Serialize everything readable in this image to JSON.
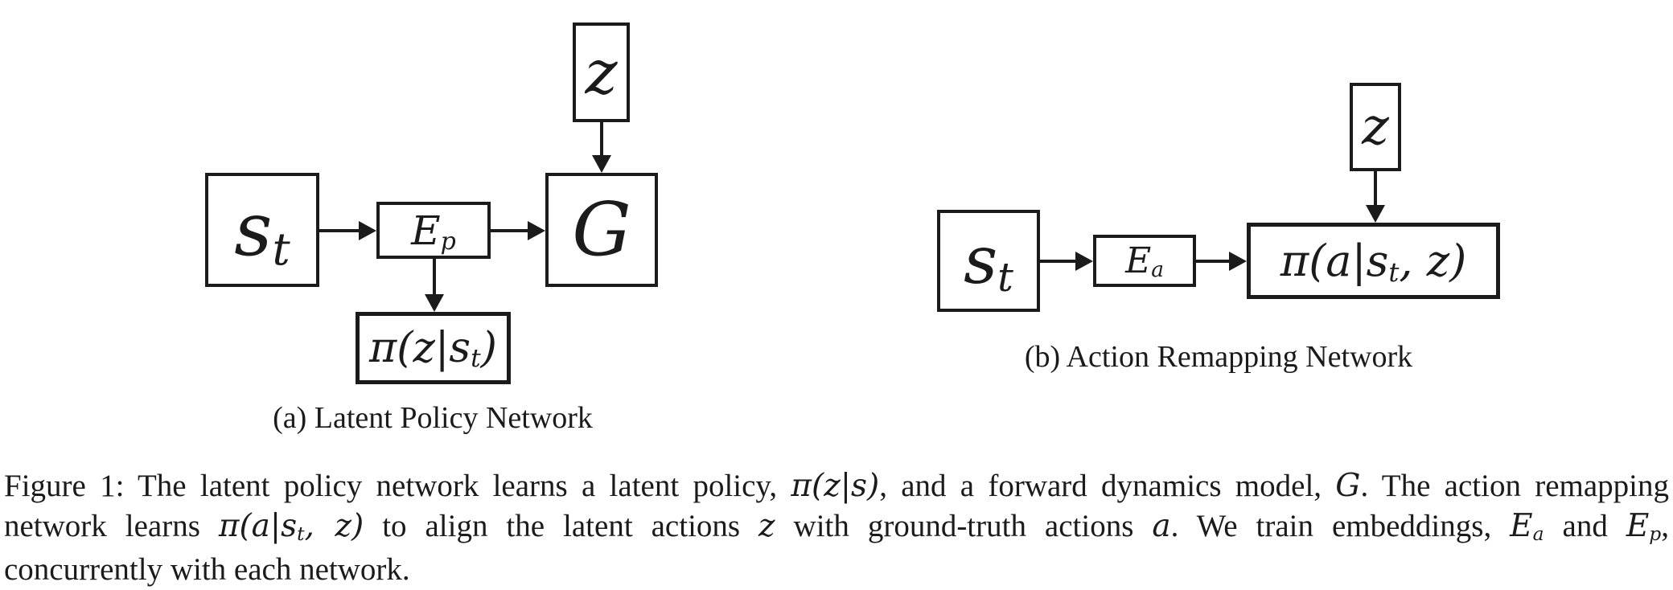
{
  "colors": {
    "ink": "#1b1b1b",
    "background": "#ffffff"
  },
  "diagram_a": {
    "caption": "(a) Latent Policy Network",
    "nodes": {
      "z": {
        "label": "z"
      },
      "st": {
        "main": "s",
        "sub": "t"
      },
      "ep": {
        "main": "E",
        "sub": "p"
      },
      "g": {
        "label": "G"
      },
      "pi": {
        "pre": "π(z|s",
        "sub": "t",
        "post": ")"
      }
    }
  },
  "diagram_b": {
    "caption": "(b) Action Remapping Network",
    "nodes": {
      "z": {
        "label": "z"
      },
      "st": {
        "main": "s",
        "sub": "t"
      },
      "ea": {
        "main": "E",
        "sub": "a"
      },
      "pi": {
        "pre": "π(a|s",
        "sub": "t",
        "post": ", z)"
      }
    }
  },
  "figure_caption": {
    "line1": {
      "s1": "Figure 1: The latent policy network learns a latent policy, ",
      "m1": "π(z|s)",
      "s2": ", and a forward dynamics model, ",
      "m2": "G",
      "s3": ". The action remapping"
    },
    "line2": {
      "s1": "network learns ",
      "m1": "π(a|s",
      "sub1": "t",
      "m2": ", z)",
      "s2": " to align the latent actions ",
      "m3": "z",
      "s3": " with ground-truth actions ",
      "m4": "a",
      "s4": ". We train embeddings, ",
      "m5": "E",
      "sub2": "a",
      "s5": " and ",
      "m6": "E",
      "sub3": "p",
      "s6": ","
    },
    "line3": "concurrently with each network."
  }
}
